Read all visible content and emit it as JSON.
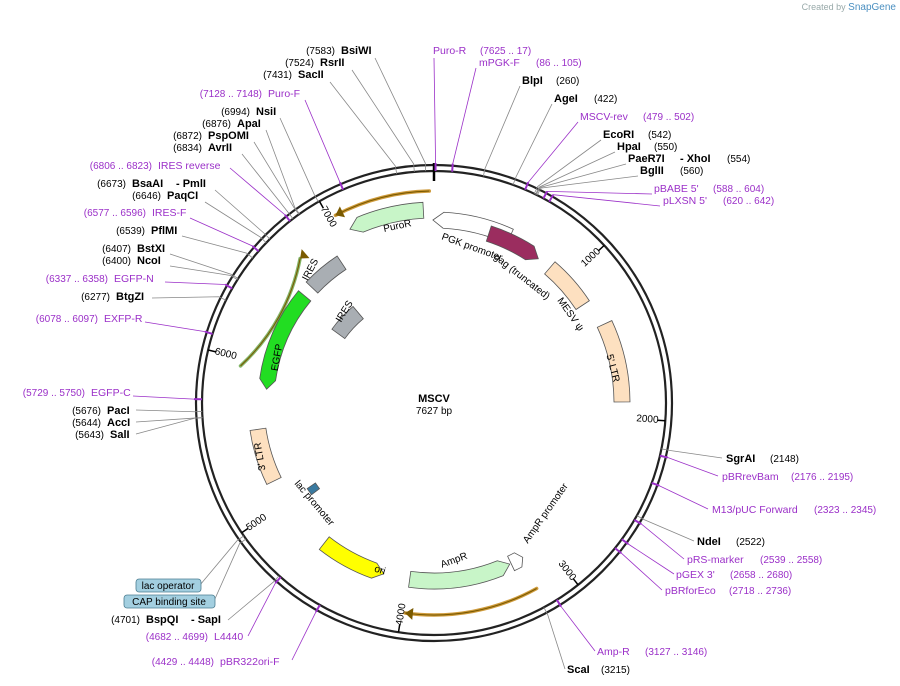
{
  "credit": {
    "prefix": "Created by",
    "brand": "SnapGene"
  },
  "plasmid": {
    "name": "MSCV",
    "length": "7627 bp"
  },
  "ticks": [
    "1000",
    "2000",
    "3000",
    "4000",
    "5000",
    "6000",
    "7000"
  ],
  "features": {
    "puror": "PuroR",
    "pgk": "PGK promoter",
    "gag": "gag (truncated)",
    "mesv": "MESV ψ",
    "ltr5": "5' LTR",
    "ires_outer": "IRES",
    "ires_inner": "IRES",
    "egfp": "EGFP",
    "ltr3": "3' LTR",
    "lac_promoter": "lac promoter",
    "ori": "ori",
    "ampr": "AmpR",
    "ampr_promoter": "AmpR promoter"
  },
  "boxes": {
    "lac_operator": "lac operator",
    "cap_site": "CAP binding site"
  },
  "sites": {
    "bsiwi": {
      "pos": "(7583)",
      "name": "BsiWI"
    },
    "rsrii": {
      "pos": "(7524)",
      "name": "RsrII"
    },
    "sacii": {
      "pos": "(7431)",
      "name": "SacII"
    },
    "nsii": {
      "pos": "(6994)",
      "name": "NsiI"
    },
    "apai": {
      "pos": "(6876)",
      "name": "ApaI"
    },
    "pspomi": {
      "pos": "(6872)",
      "name": "PspOMI"
    },
    "avrii": {
      "pos": "(6834)",
      "name": "AvrII"
    },
    "bsaai": {
      "pos": "(6673)",
      "name": "BsaAI",
      "extra": "- PmlI"
    },
    "paqci": {
      "pos": "(6646)",
      "name": "PaqCI"
    },
    "pflmi": {
      "pos": "(6539)",
      "name": "PflMI"
    },
    "bstxi": {
      "pos": "(6407)",
      "name": "BstXI"
    },
    "ncoi": {
      "pos": "(6400)",
      "name": "NcoI"
    },
    "btgzi": {
      "pos": "(6277)",
      "name": "BtgZI"
    },
    "paci": {
      "pos": "(5676)",
      "name": "PacI"
    },
    "acci": {
      "pos": "(5644)",
      "name": "AccI"
    },
    "sali": {
      "pos": "(5643)",
      "name": "SalI"
    },
    "bspqi": {
      "pos": "(4701)",
      "name": "BspQI",
      "extra": "- SapI"
    },
    "blpi": {
      "name": "BlpI",
      "pos": "(260)"
    },
    "agei": {
      "name": "AgeI",
      "pos": "(422)"
    },
    "ecori": {
      "name": "EcoRI",
      "pos": "(542)"
    },
    "hpai": {
      "name": "HpaI",
      "pos": "(550)"
    },
    "paer7i": {
      "name": "PaeR7I",
      "extra": "- XhoI",
      "pos": "(554)"
    },
    "bglii": {
      "name": "BglII",
      "pos": "(560)"
    },
    "sgrai": {
      "name": "SgrAI",
      "pos": "(2148)"
    },
    "ndei": {
      "name": "NdeI",
      "pos": "(2522)"
    },
    "scai": {
      "name": "ScaI",
      "pos": "(3215)"
    }
  },
  "primers": {
    "puro_r": {
      "name": "Puro-R",
      "pos": "(7625 .. 17)"
    },
    "mpgk_f": {
      "name": "mPGK-F",
      "pos": "(86 .. 105)"
    },
    "puro_f": {
      "pos": "(7128 .. 7148)",
      "name": "Puro-F"
    },
    "ires_rev": {
      "pos": "(6806 .. 6823)",
      "name": "IRES reverse"
    },
    "ires_f": {
      "pos": "(6577 .. 6596)",
      "name": "IRES-F"
    },
    "egfp_n": {
      "pos": "(6337 .. 6358)",
      "name": "EGFP-N"
    },
    "exfp_r": {
      "pos": "(6078 .. 6097)",
      "name": "EXFP-R"
    },
    "egfp_c": {
      "pos": "(5729 .. 5750)",
      "name": "EGFP-C"
    },
    "l4440": {
      "pos": "(4682 .. 4699)",
      "name": "L4440"
    },
    "pbr322ori": {
      "pos": "(4429 .. 4448)",
      "name": "pBR322ori-F"
    },
    "mscv_rev": {
      "name": "MSCV-rev",
      "pos": "(479 .. 502)"
    },
    "pbabe5": {
      "name": "pBABE 5'",
      "pos": "(588 .. 604)"
    },
    "plxsn5": {
      "name": "pLXSN 5'",
      "pos": "(620 .. 642)"
    },
    "pbrrevbam": {
      "name": "pBRrevBam",
      "pos": "(2176 .. 2195)"
    },
    "m13puc": {
      "name": "M13/pUC Forward",
      "pos": "(2323 .. 2345)"
    },
    "prs_marker": {
      "name": "pRS-marker",
      "pos": "(2539 .. 2558)"
    },
    "pgex3": {
      "name": "pGEX 3'",
      "pos": "(2658 .. 2680)"
    },
    "pbrforeco": {
      "name": "pBRforEco",
      "pos": "(2718 .. 2736)"
    },
    "amp_r": {
      "name": "Amp-R",
      "pos": "(3127 .. 3146)"
    }
  },
  "colors": {
    "backbone": "#222222",
    "primer": "#9b30c8",
    "puror_fill": "#c8f5c8",
    "pgk_fill": "#ffffff",
    "gag_fill": "#9b2d5f",
    "ltr_fill": "#fde0c0",
    "ires_fill": "#a9aeb3",
    "egfp_fill": "#22dd22",
    "ori_fill": "#ffff00",
    "ampr_fill": "#c8f5c8",
    "orf_arrow": "#c78a1a",
    "orf_green": "#6da84d",
    "box_fill": "#a3cfe0"
  }
}
